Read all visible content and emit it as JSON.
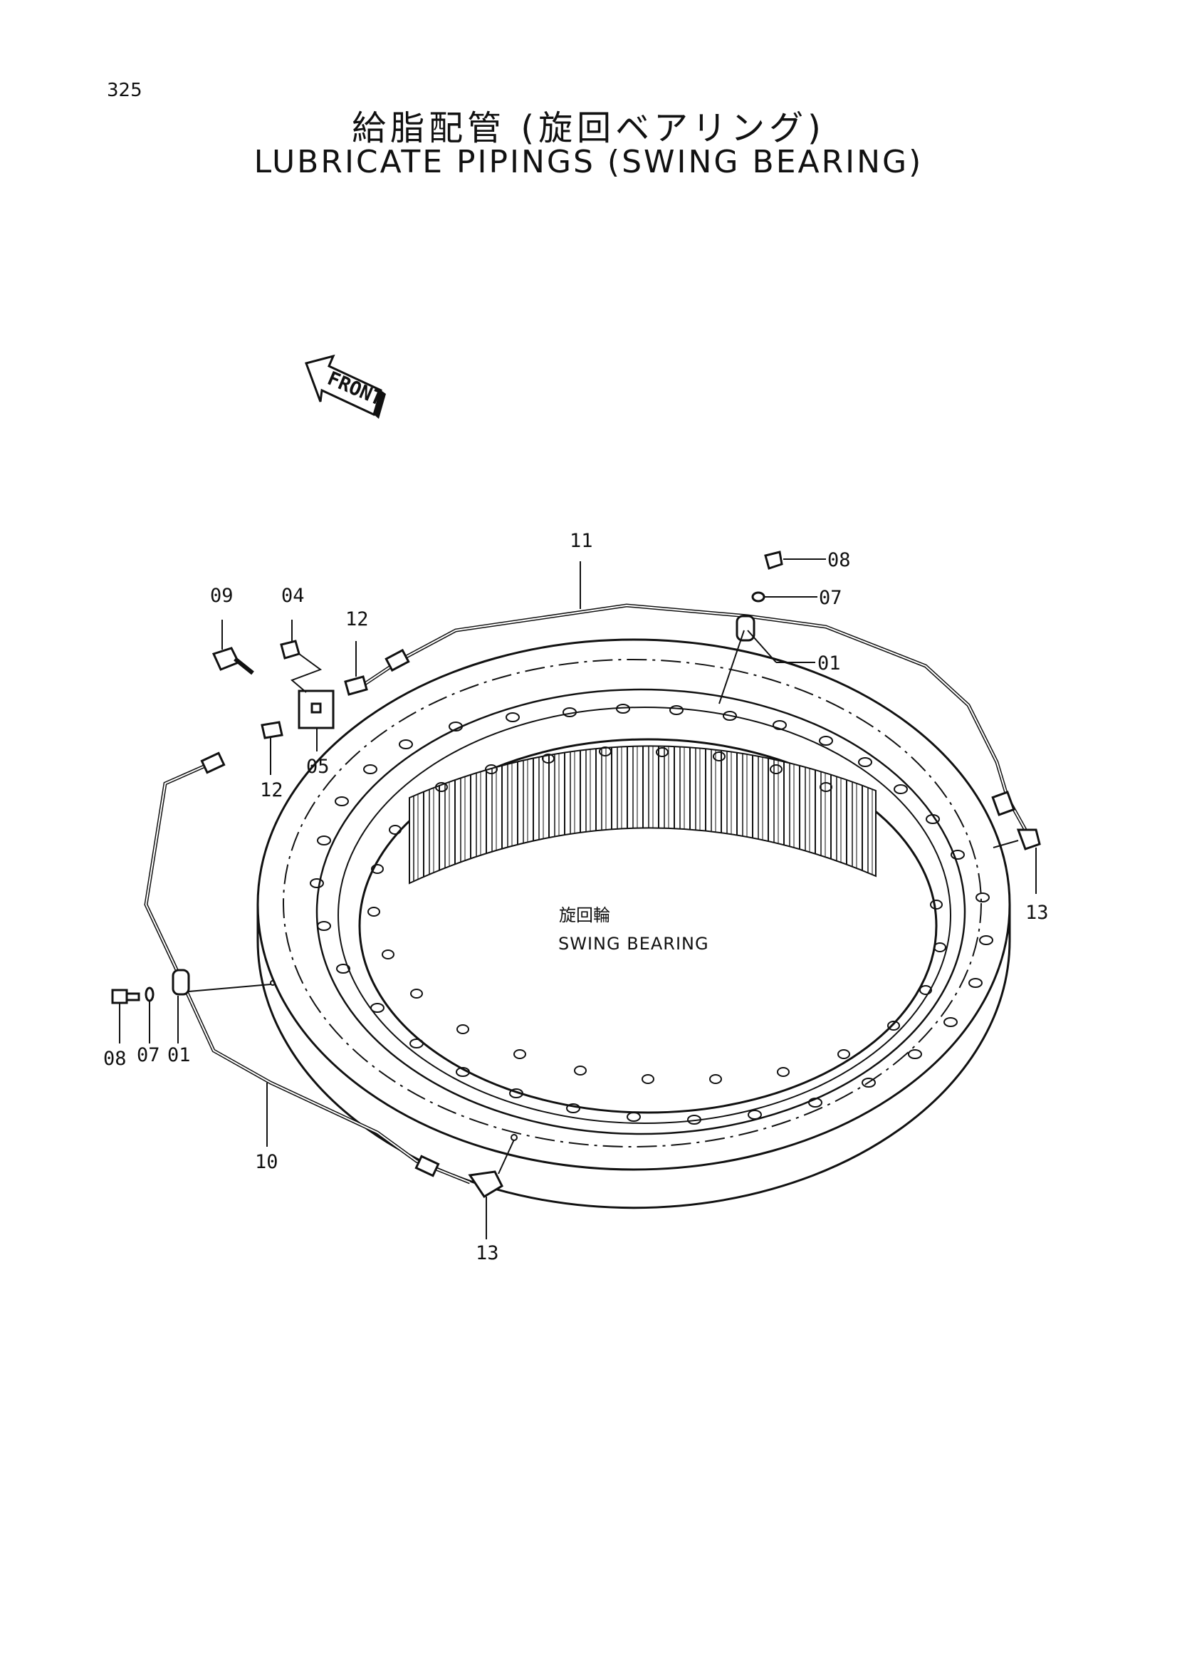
{
  "page": {
    "number": "325"
  },
  "title": {
    "japanese": "給脂配管 (旋回ベアリング)",
    "english": "LUBRICATE PIPINGS (SWING BEARING)"
  },
  "front_arrow": {
    "label": "FRONT"
  },
  "component": {
    "name_jp": "旋回輪",
    "name_en": "SWING BEARING"
  },
  "callouts": {
    "c11": "11",
    "c08_top": "08",
    "c07_top": "07",
    "c01_right": "01",
    "c09": "09",
    "c04": "04",
    "c12_top": "12",
    "c05": "05",
    "c12_left": "12",
    "c13_right": "13",
    "c08_left": "08",
    "c07_left": "07",
    "c01_left": "01",
    "c10": "10",
    "c13_bottom": "13"
  }
}
